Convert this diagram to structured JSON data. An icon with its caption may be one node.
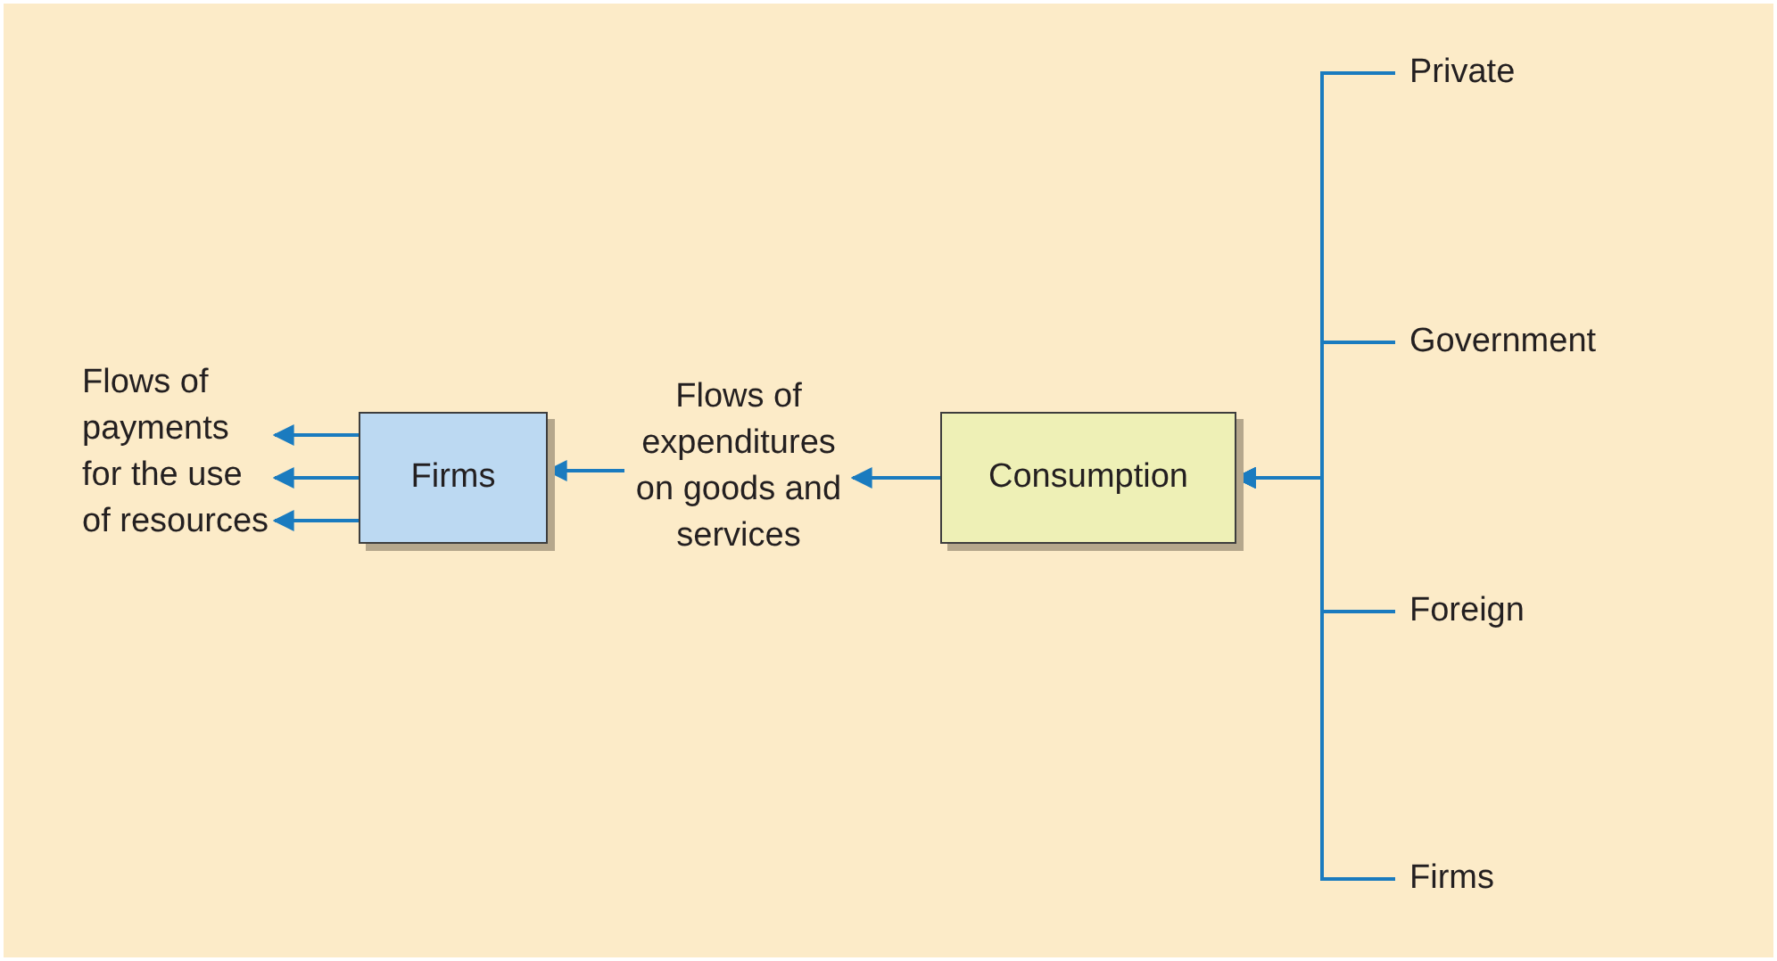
{
  "diagram": {
    "nodes": [
      {
        "text": [
          "Flows of payments for the use of resources"
        ]
      },
      {
        "text": [
          "Firms"
        ]
      },
      {
        "text": [
          "Flows of expenditures on goods and services"
        ]
      },
      {
        "text": [
          "Consumption"
        ]
      },
      {
        "text": [
          "Private"
        ]
      },
      {
        "text": [
          "Government"
        ]
      },
      {
        "text": [
          "Foreign"
        ]
      },
      {
        "text": [
          "Firms"
        ]
      }
    ],
    "edges": [
      {
        "from": 1,
        "to": 0,
        "arrow": "to"
      },
      {
        "from": 1,
        "to": 0,
        "arrow": "to"
      },
      {
        "from": 1,
        "to": 0,
        "arrow": "to"
      },
      {
        "from": 3,
        "to": 2,
        "arrow": "to"
      },
      {
        "from": 2,
        "to": 1,
        "arrow": "to"
      },
      {
        "from": 4,
        "to": 3,
        "arrow": "to"
      },
      {
        "from": 5,
        "to": 3,
        "arrow": "to"
      },
      {
        "from": 6,
        "to": 3,
        "arrow": "to"
      },
      {
        "from": 7,
        "to": 3,
        "arrow": "to"
      }
    ]
  }
}
